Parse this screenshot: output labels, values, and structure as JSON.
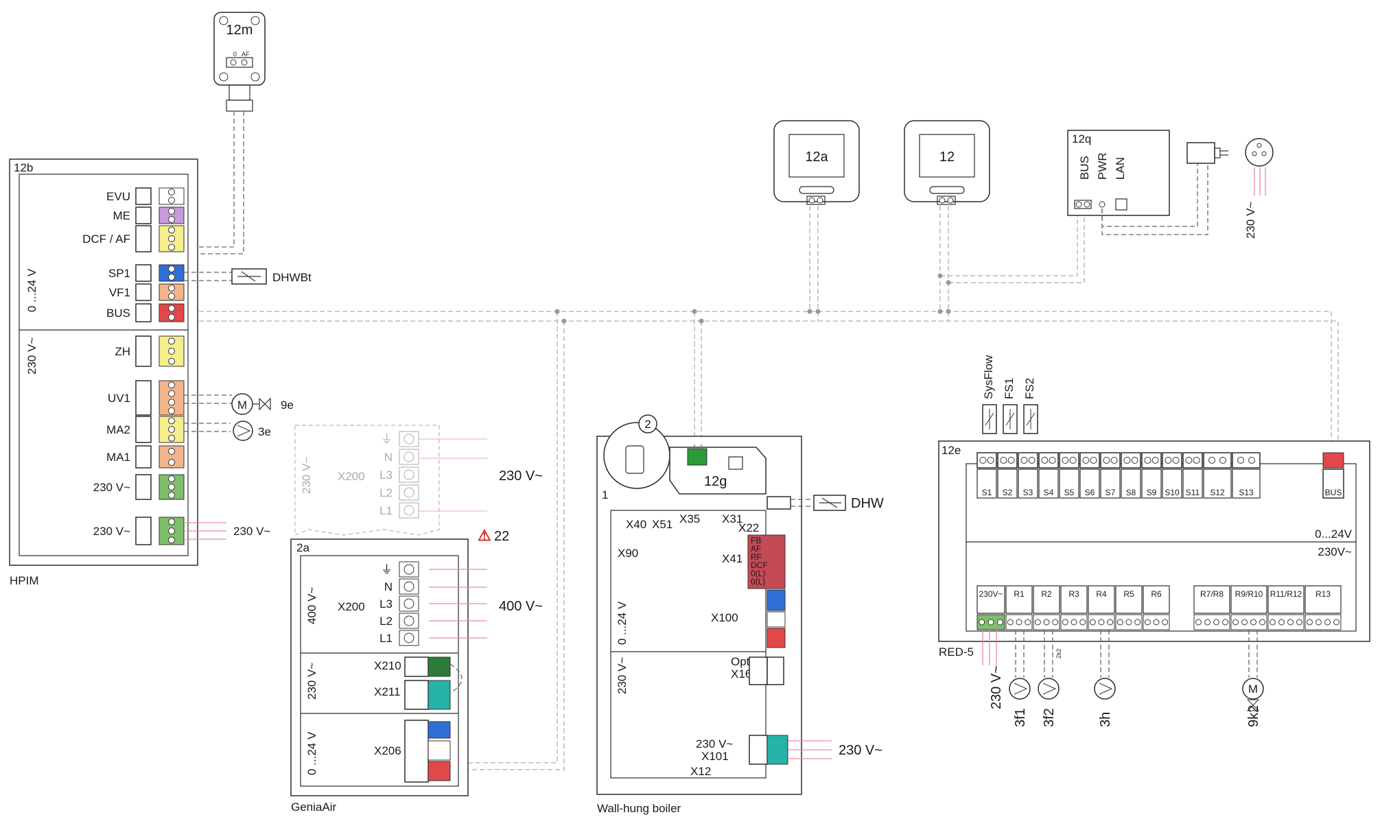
{
  "hpim": {
    "id": "12b",
    "name": "HPIM",
    "rows": [
      "EVU",
      "ME",
      "DCF / AF",
      "SP1",
      "VF1",
      "BUS",
      "ZH",
      "UV1",
      "MA2",
      "MA1",
      "230 V~",
      "230 V~"
    ],
    "voltage_low": "0 ...24 V",
    "voltage_high": "230 V~",
    "supply": "230 V~",
    "row_colors": [
      "#ffffff",
      "#c79ad9",
      "#f5ee8c",
      "#2f6fd6",
      "#f2b48a",
      "#e2474a",
      "#f5ee8c",
      "#f2b48a",
      "#f5ee8c",
      "#f2b48a",
      "#7fbe6a",
      "#7fbe6a"
    ]
  },
  "sensors": {
    "af": "12m",
    "dhwbt": "DHWBt",
    "uv1_valve": "9e",
    "ma2_pump": "3e",
    "dhw": "DHW"
  },
  "controllers": {
    "a": "12a",
    "b": "12",
    "gateway": "12q",
    "gateway_ports": [
      "BUS",
      "PWR",
      "LAN"
    ],
    "gateway_supply": "230 V~"
  },
  "geniaair": {
    "id": "2a",
    "name": "GeniaAir",
    "warning": "22",
    "x200_top": {
      "label": "X200",
      "voltage": "230 V~",
      "supply": "230 V~",
      "terminals": [
        "⏚",
        "N",
        "L3",
        "L2",
        "L1"
      ]
    },
    "x200": {
      "label": "X200",
      "voltage": "400 V~",
      "supply": "400 V~",
      "terminals": [
        "⏚",
        "N",
        "L3",
        "L2",
        "L1"
      ]
    },
    "x210": "X210",
    "x211": "X211",
    "x206": "X206",
    "voltage_mid": "230 V~",
    "voltage_low": "0 ...24 V"
  },
  "boiler": {
    "id": "1",
    "name": "Wall-hung boiler",
    "module": "12g",
    "module_num": "2",
    "connectors": [
      "X40",
      "X51",
      "X35",
      "X31",
      "X22",
      "X90",
      "X41",
      "X100",
      "X12"
    ],
    "x41_pins": [
      "FB",
      "AF",
      "RF",
      "DCF",
      "0(L)",
      "0(L)"
    ],
    "opt": "Opt.",
    "x16": "X16",
    "x101": "X101",
    "x101_voltage": "230 V~",
    "supply": "230 V~",
    "voltage_low": "0 ...24 V",
    "voltage_high": "230 V~"
  },
  "red5": {
    "id": "12e",
    "name": "RED-5",
    "sensors": [
      "SysFlow",
      "FS1",
      "FS2"
    ],
    "inputs": [
      "S1",
      "S2",
      "S3",
      "S4",
      "S5",
      "S6",
      "S7",
      "S8",
      "S9",
      "S10",
      "S11",
      "S12",
      "S13"
    ],
    "bus": "BUS",
    "voltage_low": "0...24V",
    "voltage_high": "230V~",
    "outputs": [
      "230V~",
      "R1",
      "R2",
      "R3",
      "R4",
      "R5",
      "R6",
      "R7/R8",
      "R9/R10",
      "R11/R12",
      "R13"
    ],
    "devices": [
      "3f1",
      "3f2",
      "3h",
      "9k2"
    ],
    "resistor": "2k2",
    "supply": "230 V~"
  }
}
